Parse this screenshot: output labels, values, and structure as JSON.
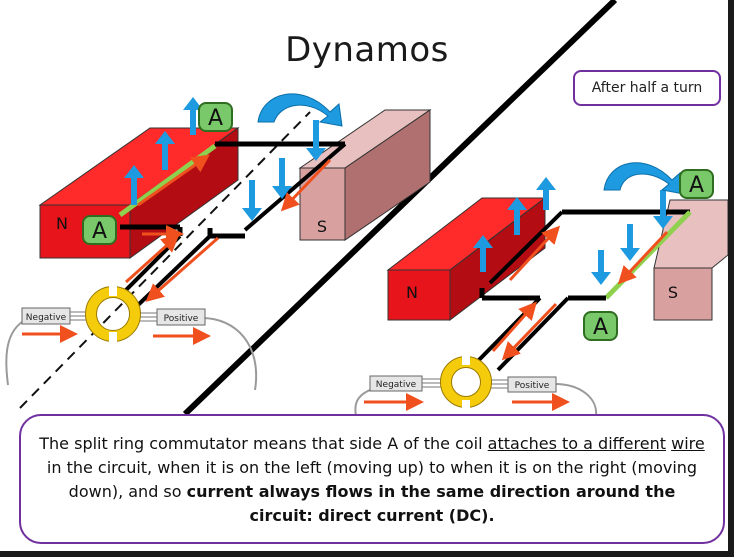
{
  "title": "Dynamos",
  "callout": "After half a turn",
  "labels": {
    "north": "N",
    "south": "S",
    "side_a": "A",
    "negative": "Negative",
    "positive": "Positive"
  },
  "explanation": {
    "p1": "The split ring commutator means that side A of the coil ",
    "u1": "attaches to a different",
    "u2": "wire",
    "p2": " in the circuit, when it is on the left (moving up) to when it is on the right (moving down), and so ",
    "b1": "current always flows in the same direction around the circuit: direct current (DC)."
  },
  "colors": {
    "magnet_north": "#e8141b",
    "magnet_south": "#d9a0a0",
    "current_arrow": "#f0501e",
    "motion_arrow": "#1e9be0",
    "label_a_bg": "#79c86a",
    "accent_border": "#7030a0",
    "commutator": "#f5cc0c"
  }
}
